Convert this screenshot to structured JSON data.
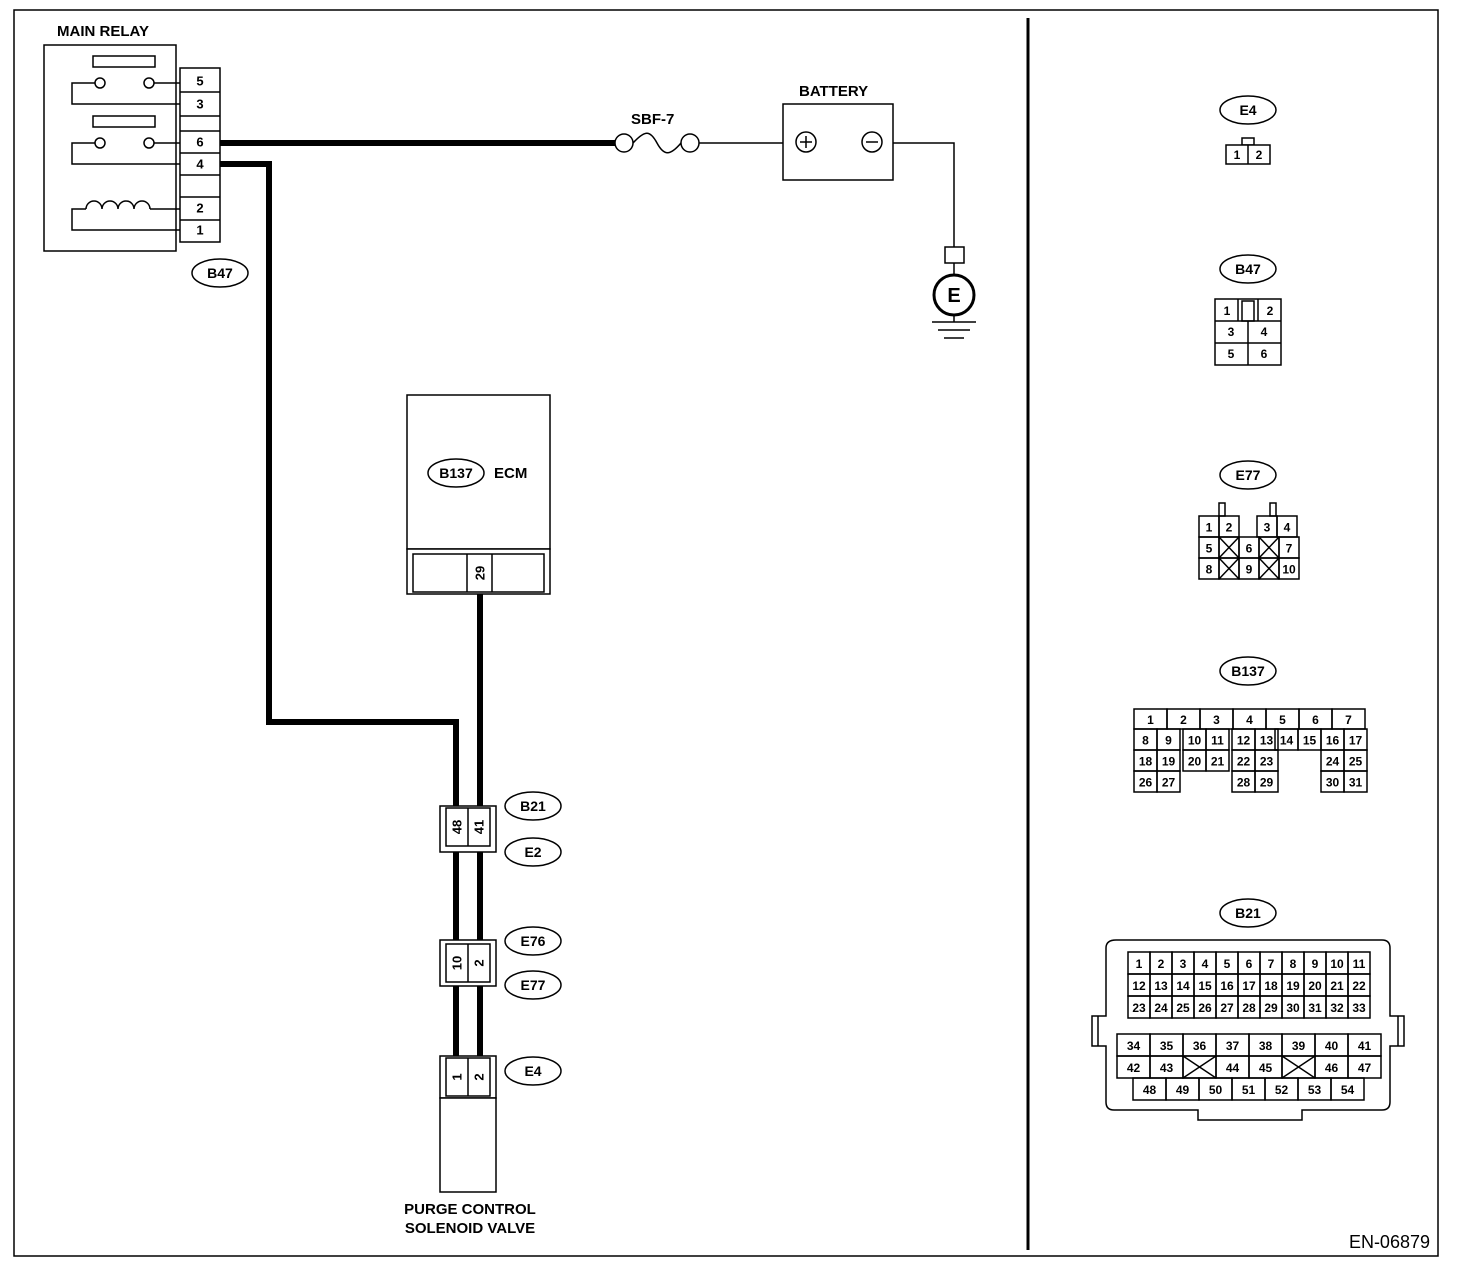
{
  "diagram_id": "EN-06879",
  "components": {
    "main_relay": "MAIN RELAY",
    "battery": "BATTERY",
    "fuse": "SBF-7",
    "ecm": "ECM",
    "valve_line1": "PURGE CONTROL",
    "valve_line2": "SOLENOID VALVE",
    "ground": "E"
  },
  "connectors": {
    "b47": "B47",
    "b137": "B137",
    "b21": "B21",
    "e2": "E2",
    "e76": "E76",
    "e77": "E77",
    "e4": "E4"
  },
  "relay_pins": [
    "5",
    "3",
    "6",
    "4",
    "2",
    "1"
  ],
  "ecm_pin": "29",
  "b21_pins": [
    "48",
    "41"
  ],
  "e76_pins": [
    "10",
    "2"
  ],
  "e4_pins": [
    "1",
    "2"
  ],
  "legend": {
    "e4": {
      "label": "E4",
      "pins": [
        "1",
        "2"
      ]
    },
    "b47": {
      "label": "B47",
      "pins": [
        "1",
        "2",
        "3",
        "4",
        "5",
        "6"
      ]
    },
    "e77": {
      "label": "E77",
      "rows": [
        [
          "1",
          "2",
          "3",
          "4"
        ],
        [
          "5",
          "6",
          "7"
        ],
        [
          "8",
          "9",
          "10"
        ]
      ]
    },
    "b137": {
      "label": "B137",
      "row1": [
        "1",
        "2",
        "3",
        "4",
        "5",
        "6",
        "7"
      ],
      "row2": [
        "8",
        "9",
        "10",
        "11",
        "12",
        "13",
        "14",
        "15",
        "16",
        "17"
      ],
      "row3": [
        "18",
        "19",
        "20",
        "21",
        "22",
        "23",
        "24",
        "25"
      ],
      "row4": [
        "26",
        "27",
        "28",
        "29",
        "30",
        "31"
      ]
    },
    "b21": {
      "label": "B21",
      "row1": [
        "1",
        "2",
        "3",
        "4",
        "5",
        "6",
        "7",
        "8",
        "9",
        "10",
        "11"
      ],
      "row2": [
        "12",
        "13",
        "14",
        "15",
        "16",
        "17",
        "18",
        "19",
        "20",
        "21",
        "22"
      ],
      "row3": [
        "23",
        "24",
        "25",
        "26",
        "27",
        "28",
        "29",
        "30",
        "31",
        "32",
        "33"
      ],
      "row4": [
        "34",
        "35",
        "36",
        "37",
        "38",
        "39",
        "40",
        "41"
      ],
      "row5": [
        "42",
        "43",
        "44",
        "45",
        "46",
        "47"
      ],
      "row6": [
        "48",
        "49",
        "50",
        "51",
        "52",
        "53",
        "54"
      ]
    }
  }
}
